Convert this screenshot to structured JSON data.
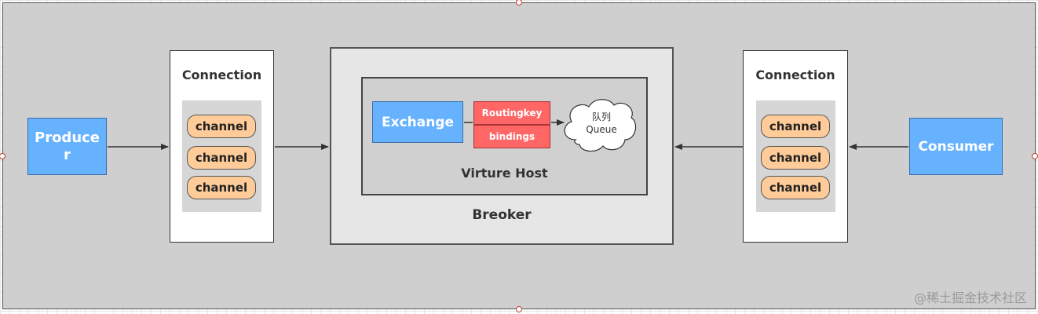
{
  "producer": {
    "label": "Producer"
  },
  "consumer": {
    "label": "Consumer"
  },
  "left_connection": {
    "title": "Connection",
    "channels": [
      "channel",
      "channel",
      "channel"
    ]
  },
  "right_connection": {
    "title": "Connection",
    "channels": [
      "channel",
      "channel",
      "channel"
    ]
  },
  "broker": {
    "label": "Breoker",
    "virtual_host": {
      "label": "Virture Host",
      "exchange": "Exchange",
      "routing_key": "Routingkey",
      "bindings": "bindings",
      "queue": {
        "line1": "队列",
        "line2": "Queue"
      }
    }
  },
  "watermark": "@稀土掘金技术社区",
  "colors": {
    "canvas": "#cfcfcf",
    "blue_box": "#66b2ff",
    "red_box": "#ff6666",
    "channel": "#ffcc99",
    "broker": "#e6e6e6",
    "virtual_host": "#d0d0d0"
  }
}
